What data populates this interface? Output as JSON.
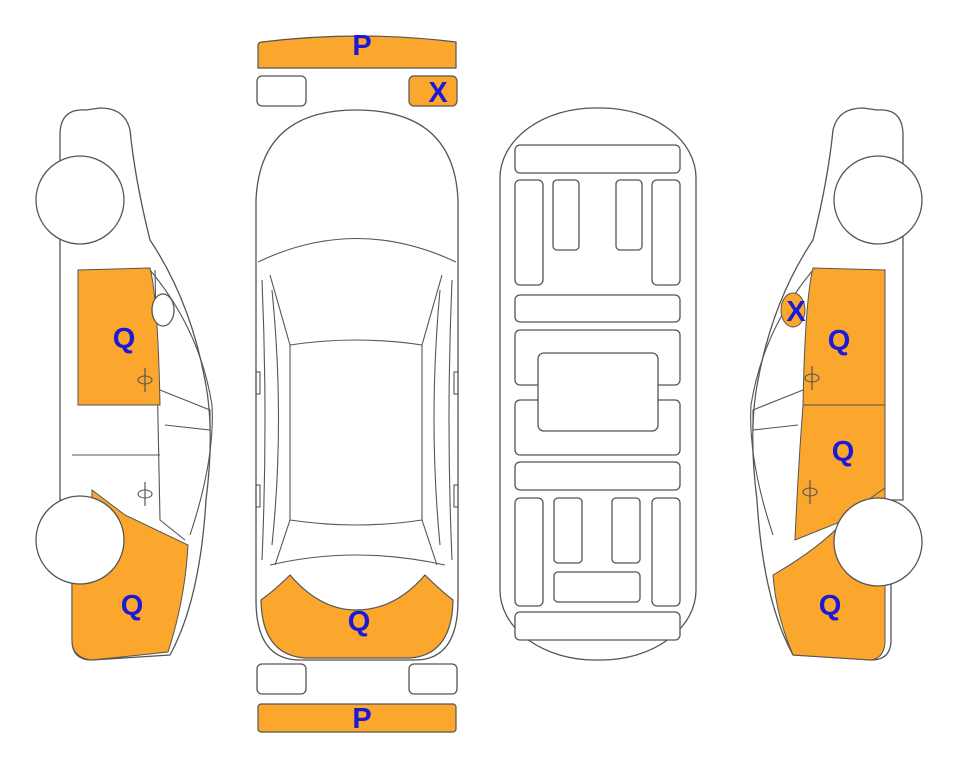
{
  "colors": {
    "damage_fill": "#FBA62C",
    "label_text": "#1C19D9",
    "outline": "#555555",
    "background": "#FFFFFF"
  },
  "legend_codes": {
    "P": "P",
    "Q": "Q",
    "X": "X"
  },
  "views": {
    "left_side": {
      "marks": [
        "Q",
        "Q"
      ]
    },
    "top": {
      "front_bumper_mark": "P",
      "front_right_light_mark": "X",
      "rear_mark": "Q",
      "rear_bumper_mark": "P"
    },
    "underbody": {
      "marks": []
    },
    "right_side": {
      "marks": [
        "X",
        "Q",
        "Q",
        "Q"
      ]
    }
  }
}
